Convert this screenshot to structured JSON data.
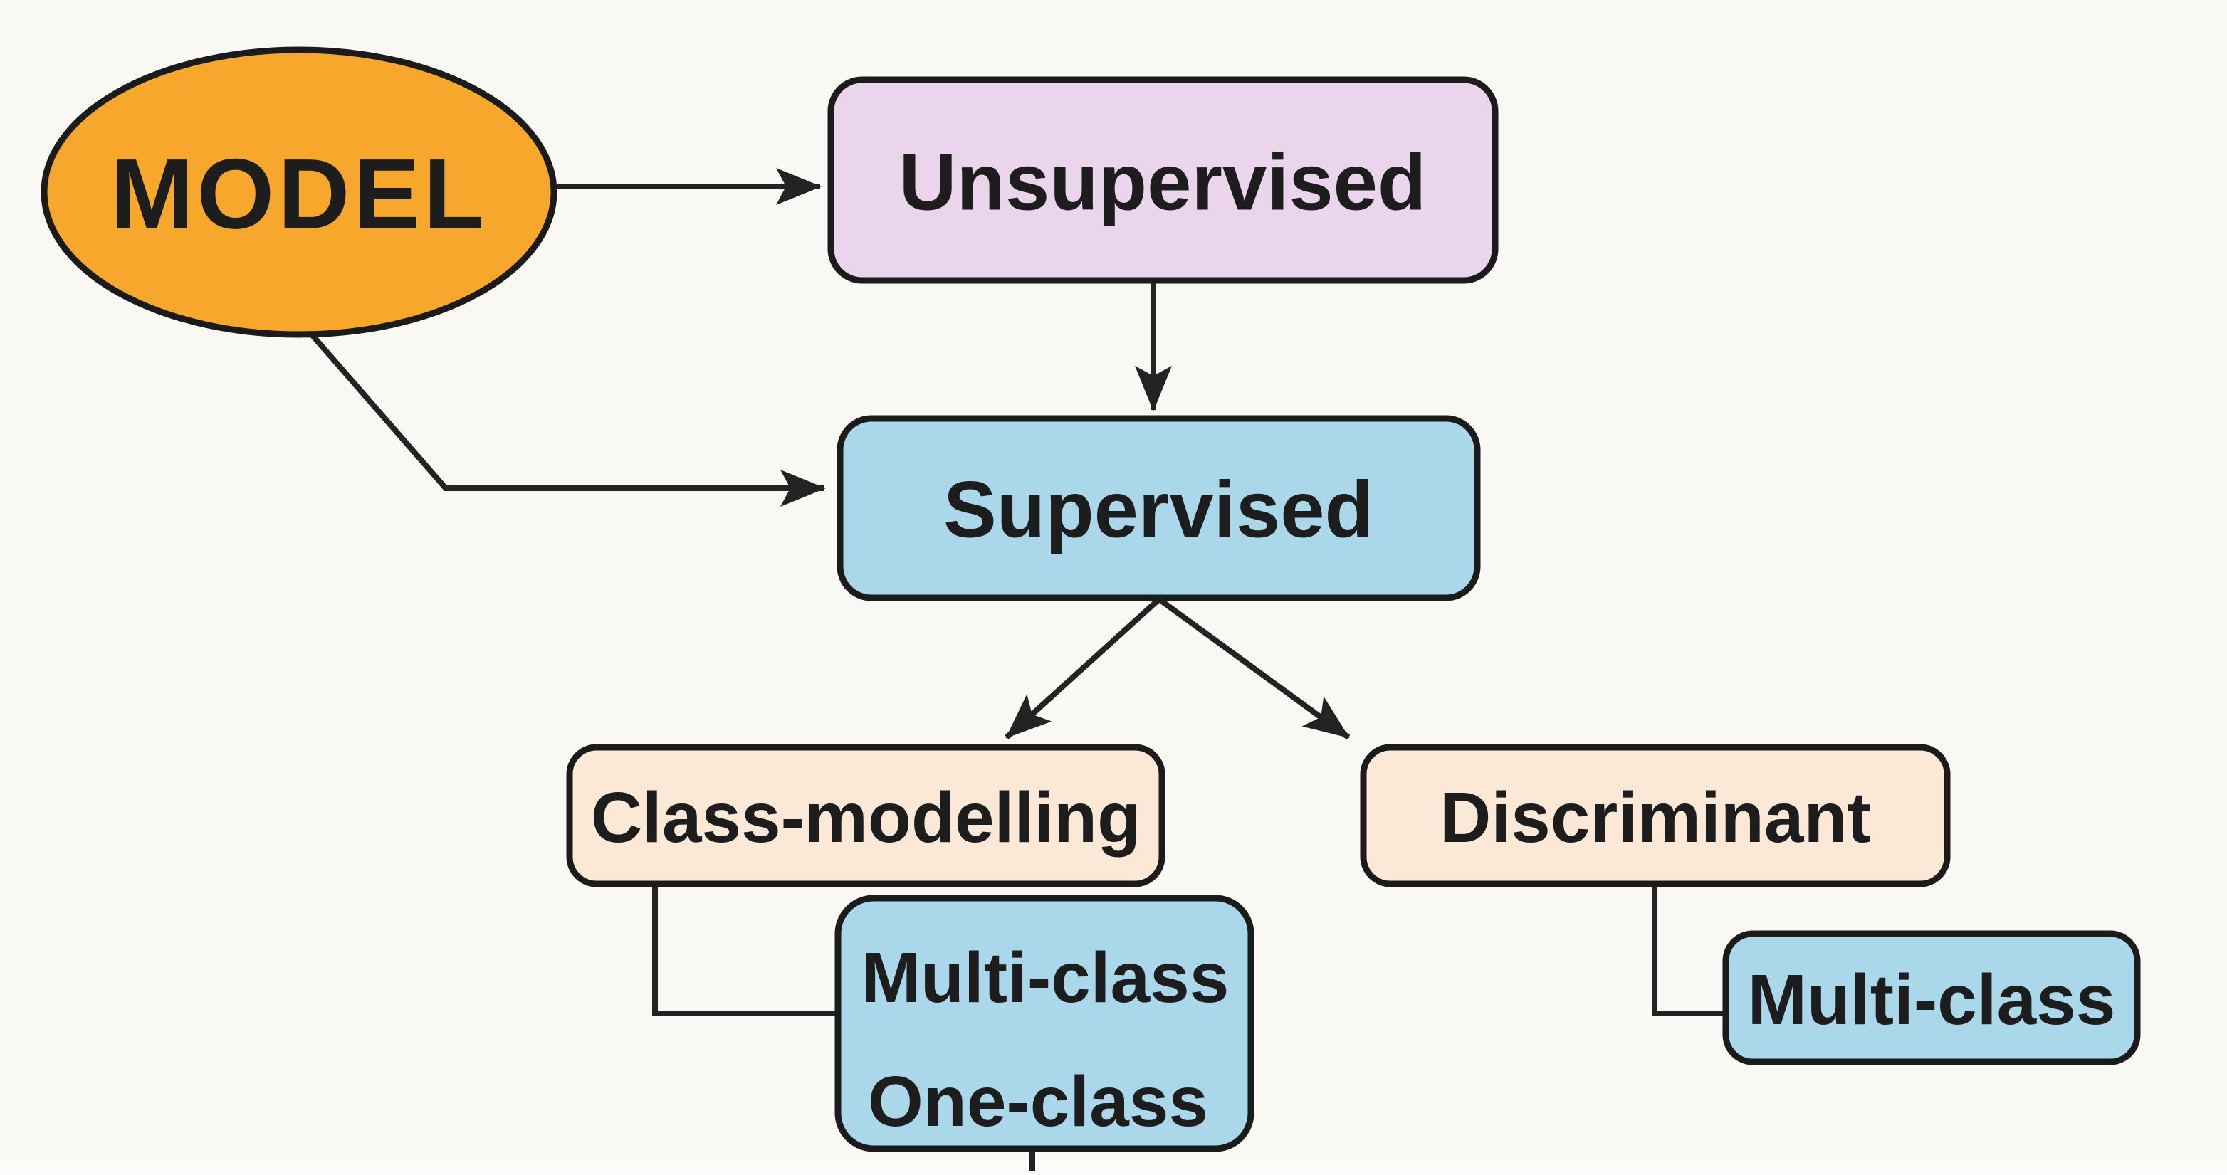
{
  "diagram": {
    "background_color": "#FAF8F5",
    "line_color": "#232323",
    "border_color": "#1B1B1B",
    "nodes": {
      "model": {
        "label": "MODEL",
        "shape": "ellipse",
        "fill": "#F7A72C",
        "text_color": "#FFFFFF"
      },
      "unsupervised": {
        "label": "Unsupervised",
        "shape": "rounded-rect",
        "fill": "#EAD5EC",
        "text_color": "#1D1D1D"
      },
      "supervised": {
        "label": "Supervised",
        "shape": "rounded-rect",
        "fill": "#ABD7EA",
        "text_color": "#1D1D1D"
      },
      "class_modelling": {
        "label": "Class-modelling",
        "shape": "rounded-rect",
        "fill": "#FBE8D6",
        "text_color": "#1D1D1D"
      },
      "discriminant": {
        "label": "Discriminant",
        "shape": "rounded-rect",
        "fill": "#FBE8D6",
        "text_color": "#1D1D1D"
      },
      "class_modelling_children": {
        "label_line1": "Multi-class",
        "label_line2": "One-class",
        "shape": "rounded-rect",
        "fill": "#ABD7EA",
        "text_color": "#1D1D1D"
      },
      "discriminant_children": {
        "label": "Multi-class",
        "shape": "rounded-rect",
        "fill": "#ABD7EA",
        "text_color": "#1D1D1D"
      }
    },
    "edges": [
      {
        "from": "model",
        "to": "unsupervised",
        "type": "straight-arrow"
      },
      {
        "from": "model",
        "to": "supervised",
        "type": "elbow-arrow"
      },
      {
        "from": "unsupervised",
        "to": "supervised",
        "type": "straight-arrow"
      },
      {
        "from": "supervised",
        "to": "class_modelling",
        "type": "diagonal-arrow"
      },
      {
        "from": "supervised",
        "to": "discriminant",
        "type": "diagonal-arrow"
      },
      {
        "from": "class_modelling",
        "to": "class_modelling_children",
        "type": "elbow-line"
      },
      {
        "from": "discriminant",
        "to": "discriminant_children",
        "type": "elbow-line"
      },
      {
        "from": "class_modelling_children",
        "to": "offscreen-below",
        "type": "stub-line"
      }
    ]
  }
}
